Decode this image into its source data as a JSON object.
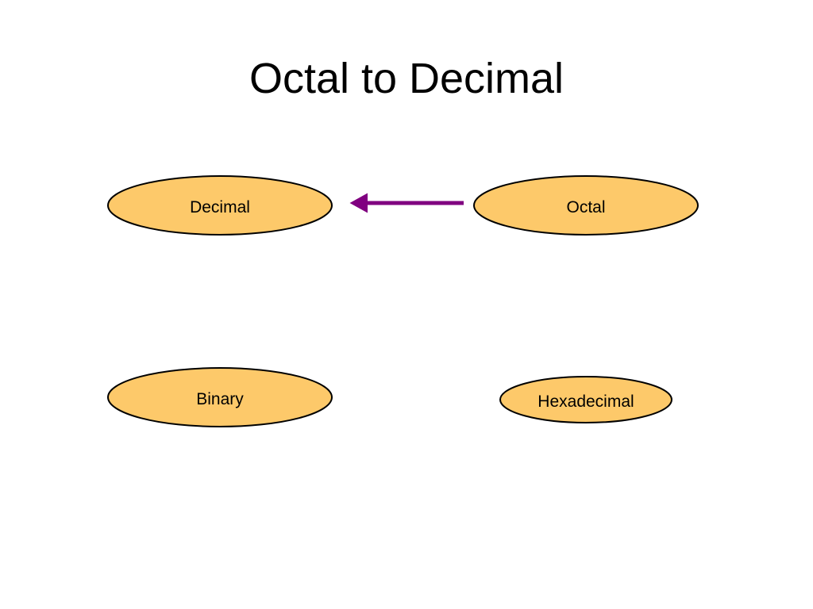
{
  "title": "Octal to Decimal",
  "nodes": {
    "decimal": "Decimal",
    "octal": "Octal",
    "binary": "Binary",
    "hexadecimal": "Hexadecimal"
  },
  "colors": {
    "node_fill": "#FDC96A",
    "node_stroke": "#000000",
    "arrow": "#800080",
    "text": "#000000"
  }
}
